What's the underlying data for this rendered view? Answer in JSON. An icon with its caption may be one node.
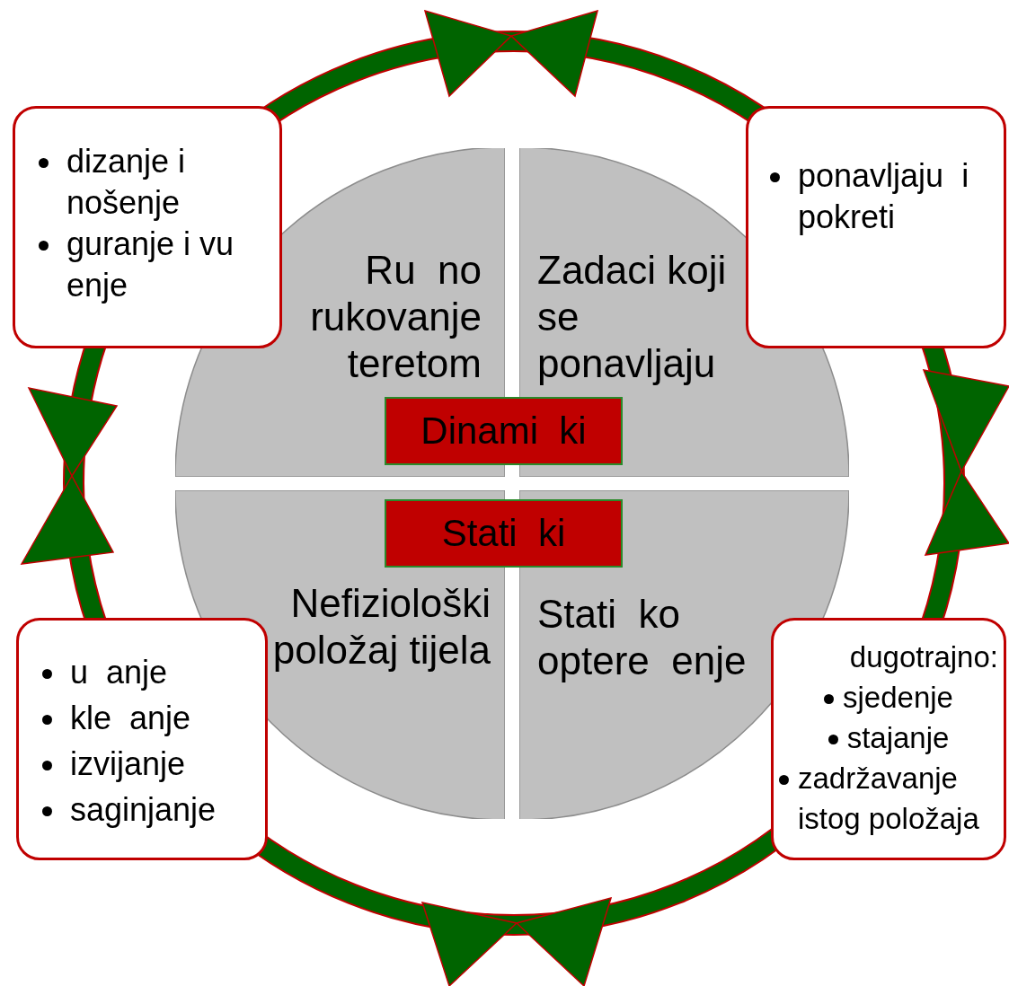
{
  "diagram": {
    "nodes": [
      {
        "text": [
          "dizanje i nošenje",
          "guranje i vu  enje"
        ]
      },
      {
        "text": [
          "ponavljaju  i pokreti"
        ]
      },
      {
        "text": [
          "u  anje",
          "kle  anje",
          "izvijanje",
          "saginjanje"
        ]
      },
      {
        "text": [
          "dugotrajno:",
          "sjedenje",
          "stajanje",
          "zadržavanje istog položaja"
        ]
      },
      {
        "text": [
          "Ru  no rukovanje teretom"
        ]
      },
      {
        "text": [
          "Zadaci koji se ponavljaju"
        ]
      },
      {
        "text": [
          "Nefiziološki položaj tijela"
        ]
      },
      {
        "text": [
          "Stati  ko optere  enje"
        ]
      },
      {
        "text": [
          "Dinami  ki"
        ]
      },
      {
        "text": [
          "Stati  ki"
        ]
      }
    ],
    "edges": []
  }
}
